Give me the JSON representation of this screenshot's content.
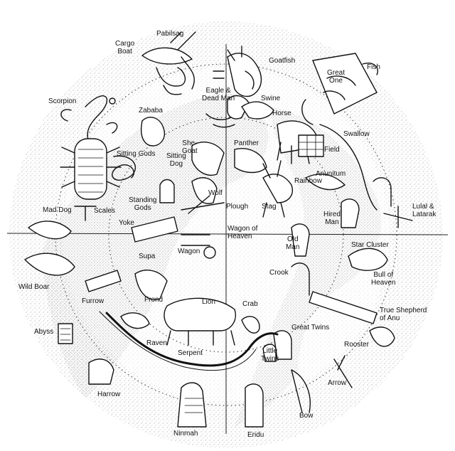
{
  "labels": {
    "pabilsag": "Pabilsag",
    "cargo_boat": "Cargo\nBoat",
    "goatfish": "Goatfish",
    "fish": "Fish",
    "great_one": "Great\nOne",
    "scorpion": "Scorpion",
    "eagle_dead_man": "Eagle &\nDead Man",
    "swine": "Swine",
    "horse": "Horse",
    "zababa": "Zababa",
    "swallow": "Swallow",
    "she_goat": "She-\nGoat",
    "panther": "Panther",
    "field": "Field",
    "sitting_gods": "Sitting Gods",
    "sitting_dog": "Sitting\nDog",
    "anunitum": "Anunitum",
    "rainbow": "Rainbow",
    "standing_gods": "Standing\nGods",
    "wolf": "Wolf",
    "mad_dog": "Mad Dog",
    "scales": "Scales",
    "plough": "Plough",
    "stag": "Stag",
    "hired_man": "Hired\nMan",
    "lulal_latarak": "Lulal &\nLatarak",
    "yoke": "Yoke",
    "wagon_of_heaven": "Wagon of\nHeaven",
    "old_man": "Old\nMan",
    "star_cluster": "Star Cluster",
    "supa": "Supa",
    "wagon": "Wagon",
    "crook": "Crook",
    "bull_of_heaven": "Bull of\nHeaven",
    "wild_boar": "Wild Boar",
    "furrow": "Furrow",
    "frond": "Frond",
    "lion": "Lion",
    "crab": "Crab",
    "true_shepherd": "True Shepherd\nof Anu",
    "great_twins": "Great Twins",
    "abyss": "Abyss",
    "raven": "Raven",
    "serpent": "Serpent",
    "little_twins": "Little\nTwins",
    "rooster": "Rooster",
    "arrow": "Arrow",
    "harrow": "Harrow",
    "ninmah": "Ninmah",
    "bow": "Bow",
    "eridu": "Eridu"
  }
}
